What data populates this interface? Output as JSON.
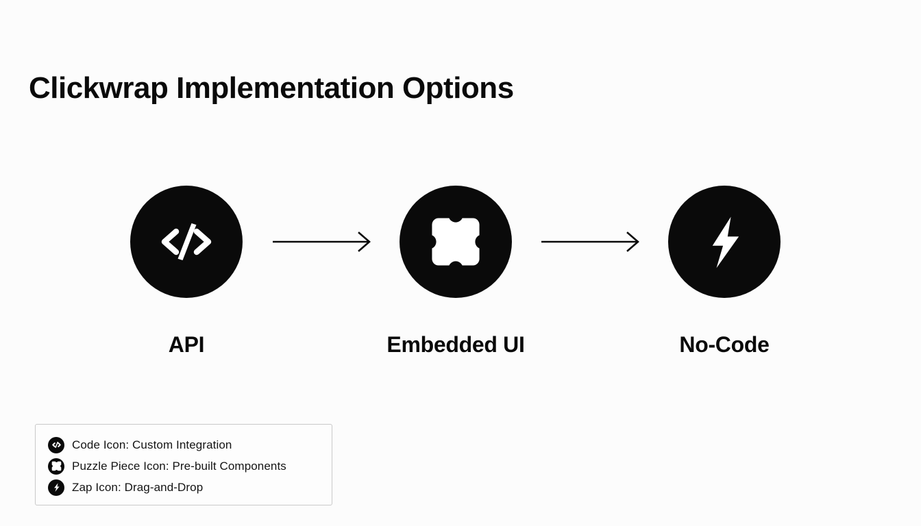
{
  "title": "Clickwrap Implementation Options",
  "flow": {
    "nodes": [
      {
        "label": "API",
        "icon": "code-icon"
      },
      {
        "label": "Embedded UI",
        "icon": "puzzle-piece-icon"
      },
      {
        "label": "No-Code",
        "icon": "zap-icon"
      }
    ],
    "connectors": [
      {
        "name": "arrow-api-to-embedded-ui"
      },
      {
        "name": "arrow-embedded-ui-to-no-code"
      }
    ]
  },
  "legend": {
    "items": [
      {
        "icon": "code-icon",
        "text": "Code Icon: Custom Integration"
      },
      {
        "icon": "puzzle-piece-icon",
        "text": "Puzzle Piece Icon: Pre-built Components"
      },
      {
        "icon": "zap-icon",
        "text": "Zap Icon: Drag-and-Drop"
      }
    ]
  },
  "colors": {
    "background": "#fcfcfc",
    "foreground": "#0a0a0a",
    "icon_fill": "#ffffff",
    "legend_border": "#c9c9c9"
  }
}
